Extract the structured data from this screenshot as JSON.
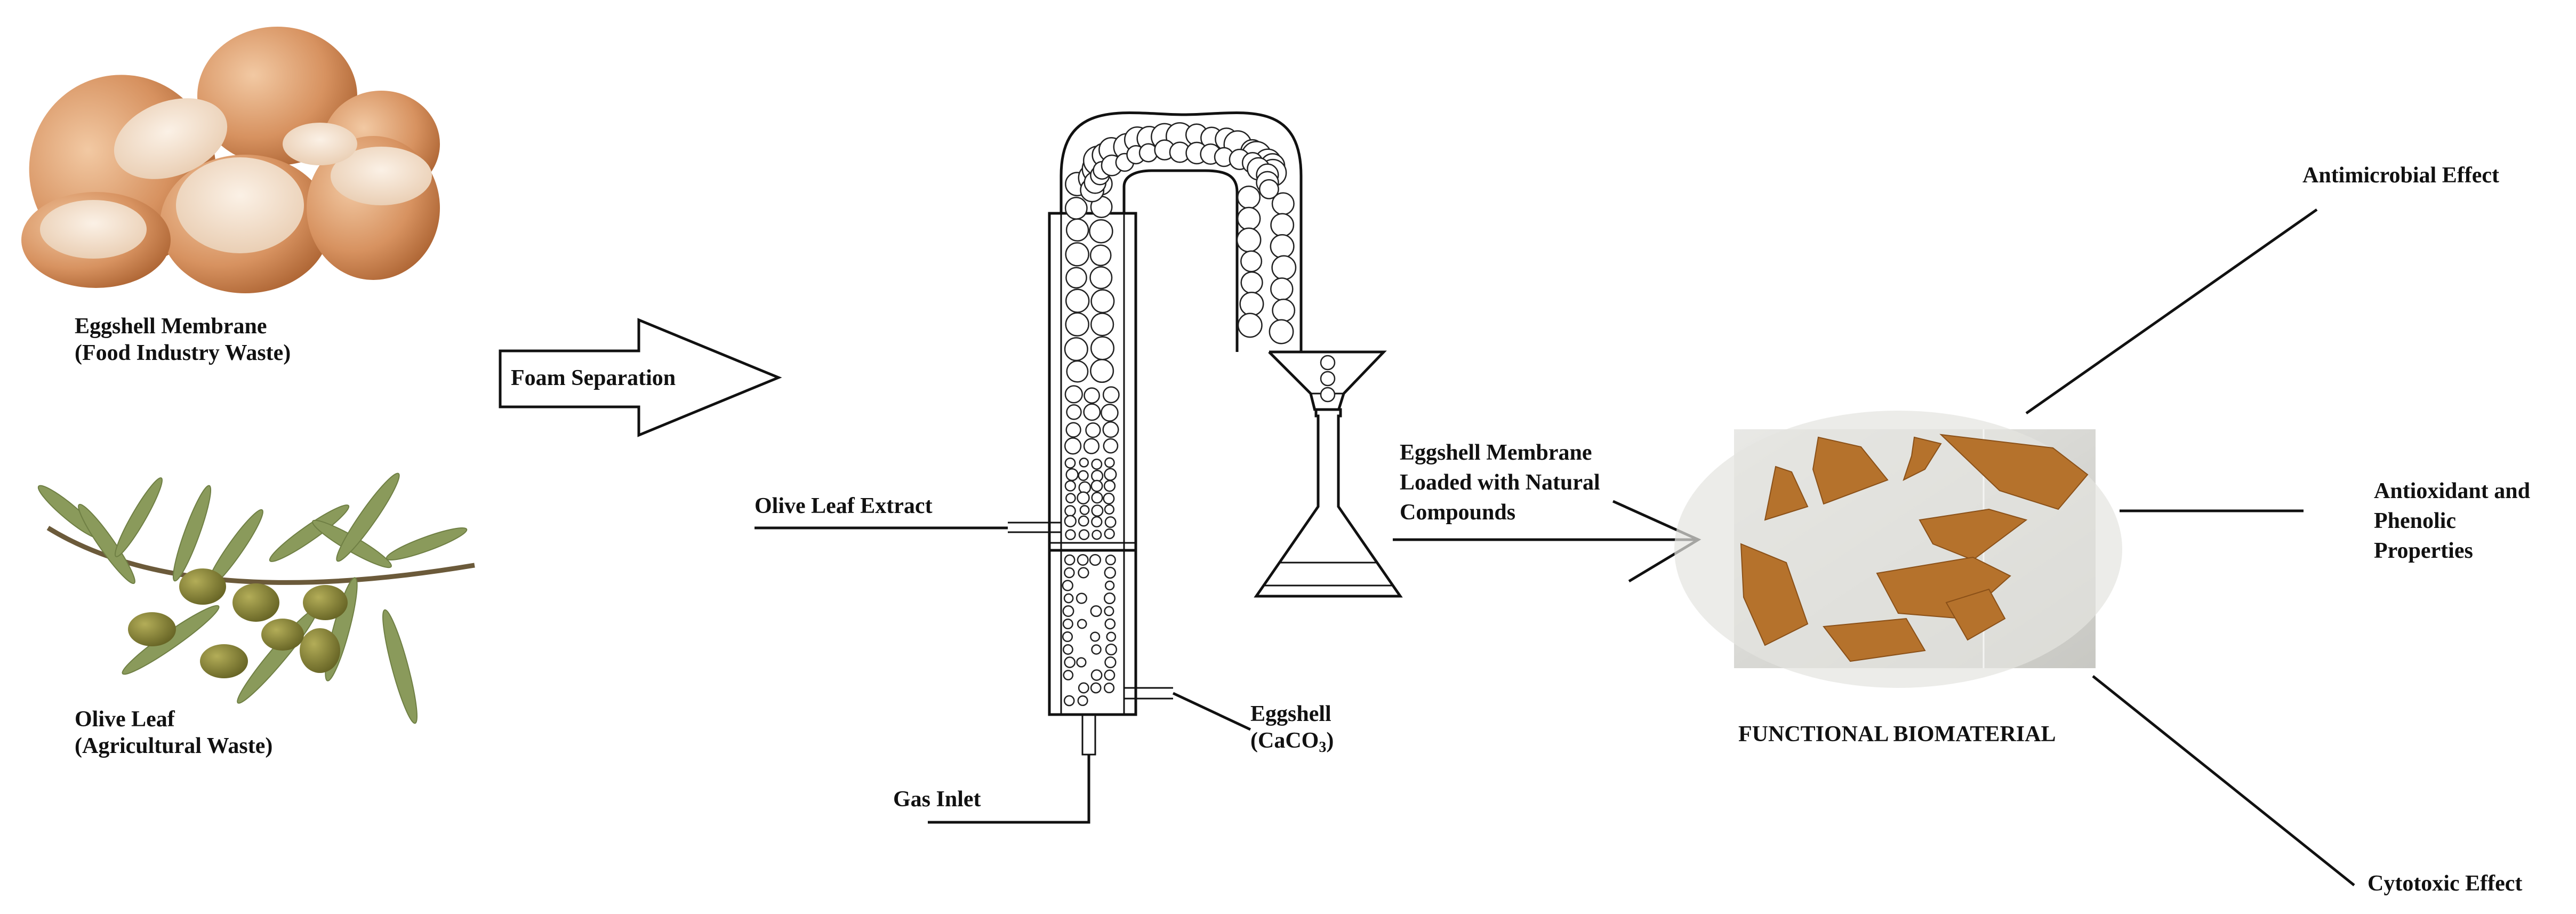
{
  "sources": {
    "eggshell": {
      "line1": "Eggshell Membrane",
      "line2": "(Food Industry Waste)"
    },
    "olive": {
      "line1": "Olive Leaf",
      "line2": "(Agricultural Waste)"
    }
  },
  "process": {
    "arrow_label": "Foam Separation"
  },
  "apparatus": {
    "olive_leaf_extract": "Olive Leaf Extract",
    "gas_inlet": "Gas Inlet",
    "eggshell_line1": "Eggshell",
    "eggshell_line2": "(CaCO",
    "eggshell_sub": "3",
    "eggshell_close": ")"
  },
  "product": {
    "line1": "Eggshell Membrane",
    "line2": "Loaded with Natural",
    "line3": "Compounds",
    "biomaterial_label": "FUNCTIONAL BIOMATERIAL"
  },
  "effects": {
    "antimicrobial": "Antimicrobial Effect",
    "antioxidant_line1": "Antioxidant and",
    "antioxidant_line2": "Phenolic",
    "antioxidant_line3": "Properties",
    "cytotoxic": "Cytotoxic Effect"
  },
  "colors": {
    "eggshell": "#c7824d",
    "eggshell_inner": "#f3dfcc",
    "leaf": "#8a9a5b",
    "olive": "#77712a",
    "membrane": "#b5722c",
    "dish": "#dcdcd8"
  }
}
